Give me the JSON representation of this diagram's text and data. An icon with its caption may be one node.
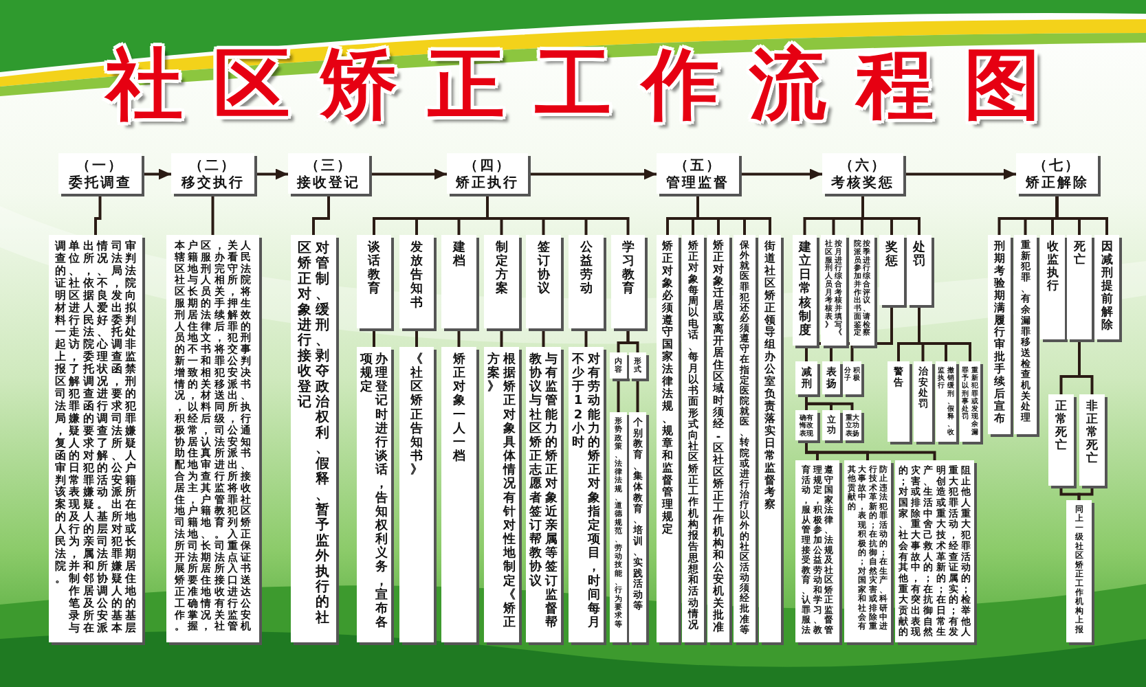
{
  "diagram": {
    "title": "社区矫正工作流程图",
    "nodes": [
      {
        "text": [
          "（一）",
          "委托调查"
        ]
      },
      {
        "text": [
          "审判法院向拟判处非监禁刑的犯罪嫌疑人户籍所在地或长期居住地的基层司法局，发出委托调查函，要求司法所、公安派出所对犯罪嫌疑人的基本情况、不良爱好、心理状况进行调查了解的活动。基层司法所协调公安派出所，依据人民法院委托调查函的要求对犯罪嫌疑人的亲属和邻居及所在单位、社区进行走访，了解犯罪嫌疑人的日常表现及行为，并制作笔录与调查的证明材料一起上报区司法局，复函审判该案的人民法院。"
        ]
      },
      {
        "text": [
          "（二）",
          "移交执行"
        ]
      },
      {
        "text": [
          "人民法院将生效的刑事判决书、执行通知书、接收社区矫正保证书送达公安机关看守所，押解罪犯交公安派出所，公安派出所将罪犯列入重点入口进行监管，办完相关手续后，将罪犯移送同级司法所进行监管教育。司法所接收有关社区服刑人员的法律文书和相关材料后，认真审查其户籍地、长期居住地情况，户籍地与长期居住地不一致的，以经常居住地为主，户籍地司法所要准确掌握本辖区社区服刑人员的新增情况，积极协助配合居住地司法所开展矫正工作。"
        ]
      },
      {
        "text": [
          "（三）",
          "接收登记"
        ]
      },
      {
        "text": [
          "对管制、缓刑、剥夺政治权利、假释、暂予监外执行的社区矫正对象进行接收登记"
        ]
      },
      {
        "text": [
          "（四）",
          "矫正执行"
        ]
      },
      {
        "text": [
          "谈话教育"
        ]
      },
      {
        "text": [
          "发放告知书"
        ]
      },
      {
        "text": [
          "建档"
        ]
      },
      {
        "text": [
          "制定方案"
        ]
      },
      {
        "text": [
          "签订协议"
        ]
      },
      {
        "text": [
          "公益劳动"
        ]
      },
      {
        "text": [
          "学习教育"
        ]
      },
      {
        "text": [
          "办理登记时进行谈话，告知权利义务，宣布各项规定"
        ]
      },
      {
        "text": [
          "《社区矫正告知书》"
        ]
      },
      {
        "text": [
          "矫正对象一人一档"
        ]
      },
      {
        "text": [
          "根据矫正对象具体情况有针对性地制定《矫正方案》"
        ]
      },
      {
        "text": [
          "与有监管能力的矫正对象近亲属等签订监督帮教协议与社区矫正志愿者签订帮教协议"
        ]
      },
      {
        "text": [
          "对有劳动能力的矫正对象指定项目，时间每月不少于12小时"
        ]
      },
      {
        "text": [
          "内容"
        ]
      },
      {
        "text": [
          "形式"
        ]
      },
      {
        "text": [
          "形势政策、法律法规、道德规范、劳动技能、行为要求等"
        ]
      },
      {
        "text": [
          "个别教育、集体教育、培训、实践活动等"
        ]
      },
      {
        "text": [
          "（五）",
          "管理监督"
        ]
      },
      {
        "text": [
          "矫正对象必须遵守国家法律法规、规章和监督管理规定"
        ]
      },
      {
        "text": [
          "矫正对象每周以电话、每月以书面形式向社区矫正工作机构报告思想和活动情况"
        ]
      },
      {
        "text": [
          "矫正对象迁居或离开居住区域时须经-区社区矫正工作机构和公安机关批准"
        ]
      },
      {
        "text": [
          "保外就医罪犯还必须遵守在指定医院就医、转院或进行治疗以外的社区活动须经批准等"
        ]
      },
      {
        "text": [
          "街道社区矫正领导组办公室负责落实日常监督考察"
        ]
      },
      {
        "text": [
          "（六）",
          "考核奖惩"
        ]
      },
      {
        "text": [
          "建立日常核制度"
        ]
      },
      {
        "text": [
          "按月进行综合考核并填写《社区服刑人员月考核表》"
        ]
      },
      {
        "text": [
          "按季进行综合评议、请检察院派员参加并作出书面鉴定"
        ]
      },
      {
        "text": [
          "奖惩"
        ]
      },
      {
        "text": [
          "处罚"
        ]
      },
      {
        "text": [
          "减刑"
        ]
      },
      {
        "text": [
          "表扬"
        ]
      },
      {
        "text": [
          "积极分子"
        ]
      },
      {
        "text": [
          "确有悔改表现"
        ]
      },
      {
        "text": [
          "立功"
        ]
      },
      {
        "text": [
          "重大立功表扬"
        ]
      },
      {
        "text": [
          "警告"
        ]
      },
      {
        "text": [
          "治安处罚"
        ]
      },
      {
        "text": [
          "撤销缓刑、假释、收监执行"
        ]
      },
      {
        "text": [
          "重新犯罪或发现余漏罪予以刑事处罚"
        ]
      },
      {
        "text": [
          "遵守国家法律、法规及社区矫正监督管理规定，积极参加公益劳动和学习、教育活动，服从管理接受教育、认罪服法"
        ]
      },
      {
        "text": [
          "防止违法犯罪活动的；在生产、科研中进行技术革新的；在抗御自然灾害或排除重大事故中，表现积极的；对国家和社会有其他贡献的"
        ]
      },
      {
        "text": [
          "阻止他人重大犯罪活动的；检举他人重大犯罪活动，经查证属实的；有发明创造或重大技术革新的；在日常生产、生活中舍己救人的；在抗御自然灾害或排除重大事故中，有突出表现的；对国家、社会有其他重大贡献的"
        ]
      },
      {
        "text": [
          "（七）",
          "矫正解除"
        ]
      },
      {
        "text": [
          "刑期考验期满履行审批手续后宣布"
        ]
      },
      {
        "text": [
          "重新犯罪、有余漏罪移送检查机关处理"
        ]
      },
      {
        "text": [
          "收监执行"
        ]
      },
      {
        "text": [
          "死亡"
        ]
      },
      {
        "text": [
          "因减刑提前解除"
        ]
      },
      {
        "text": [
          "正常死亡"
        ]
      },
      {
        "text": [
          "非正常死亡"
        ]
      },
      {
        "text": [
          "同上一级社区矫正工作机构上报"
        ]
      }
    ],
    "edges": [
      {
        "from": 0,
        "to": 2,
        "arrow": "to"
      },
      {
        "from": 2,
        "to": 4,
        "arrow": "to"
      },
      {
        "from": 4,
        "to": 6,
        "arrow": "to"
      },
      {
        "from": 6,
        "to": 24,
        "arrow": "to"
      },
      {
        "from": 24,
        "to": 30,
        "arrow": "to"
      },
      {
        "from": 30,
        "to": 49,
        "arrow": "to"
      },
      {
        "from": 0,
        "to": 1,
        "arrow": "none"
      },
      {
        "from": 2,
        "to": 3,
        "arrow": "none"
      },
      {
        "from": 4,
        "to": 5,
        "arrow": "none"
      },
      {
        "from": 6,
        "to": 7,
        "arrow": "none"
      },
      {
        "from": 6,
        "to": 8,
        "arrow": "none"
      },
      {
        "from": 6,
        "to": 9,
        "arrow": "none"
      },
      {
        "from": 6,
        "to": 10,
        "arrow": "none"
      },
      {
        "from": 6,
        "to": 11,
        "arrow": "none"
      },
      {
        "from": 6,
        "to": 12,
        "arrow": "none"
      },
      {
        "from": 6,
        "to": 13,
        "arrow": "none"
      },
      {
        "from": 7,
        "to": 14,
        "arrow": "none"
      },
      {
        "from": 8,
        "to": 15,
        "arrow": "none"
      },
      {
        "from": 9,
        "to": 16,
        "arrow": "none"
      },
      {
        "from": 10,
        "to": 17,
        "arrow": "none"
      },
      {
        "from": 11,
        "to": 18,
        "arrow": "none"
      },
      {
        "from": 12,
        "to": 19,
        "arrow": "none"
      },
      {
        "from": 13,
        "to": 20,
        "arrow": "none"
      },
      {
        "from": 13,
        "to": 21,
        "arrow": "none"
      },
      {
        "from": 20,
        "to": 22,
        "arrow": "none"
      },
      {
        "from": 21,
        "to": 23,
        "arrow": "none"
      },
      {
        "from": 24,
        "to": 25,
        "arrow": "none"
      },
      {
        "from": 24,
        "to": 26,
        "arrow": "none"
      },
      {
        "from": 24,
        "to": 27,
        "arrow": "none"
      },
      {
        "from": 24,
        "to": 28,
        "arrow": "none"
      },
      {
        "from": 24,
        "to": 29,
        "arrow": "none"
      },
      {
        "from": 30,
        "to": 31,
        "arrow": "none"
      },
      {
        "from": 30,
        "to": 32,
        "arrow": "none"
      },
      {
        "from": 30,
        "to": 33,
        "arrow": "none"
      },
      {
        "from": 30,
        "to": 34,
        "arrow": "none"
      },
      {
        "from": 30,
        "to": 35,
        "arrow": "none"
      },
      {
        "from": 34,
        "to": 36,
        "arrow": "none"
      },
      {
        "from": 34,
        "to": 37,
        "arrow": "none"
      },
      {
        "from": 34,
        "to": 38,
        "arrow": "none"
      },
      {
        "from": 36,
        "to": 39,
        "arrow": "none"
      },
      {
        "from": 36,
        "to": 40,
        "arrow": "none"
      },
      {
        "from": 36,
        "to": 41,
        "arrow": "none"
      },
      {
        "from": 35,
        "to": 42,
        "arrow": "none"
      },
      {
        "from": 35,
        "to": 43,
        "arrow": "none"
      },
      {
        "from": 35,
        "to": 44,
        "arrow": "none"
      },
      {
        "from": 35,
        "to": 45,
        "arrow": "none"
      },
      {
        "from": 39,
        "to": 46,
        "arrow": "none"
      },
      {
        "from": 39,
        "to": 47,
        "arrow": "none"
      },
      {
        "from": 39,
        "to": 48,
        "arrow": "none"
      },
      {
        "from": 49,
        "to": 50,
        "arrow": "none"
      },
      {
        "from": 49,
        "to": 51,
        "arrow": "none"
      },
      {
        "from": 49,
        "to": 52,
        "arrow": "none"
      },
      {
        "from": 49,
        "to": 53,
        "arrow": "none"
      },
      {
        "from": 49,
        "to": 54,
        "arrow": "none"
      },
      {
        "from": 53,
        "to": 55,
        "arrow": "none"
      },
      {
        "from": 53,
        "to": 56,
        "arrow": "none"
      },
      {
        "from": 55,
        "to": 57,
        "arrow": "none"
      },
      {
        "from": 56,
        "to": 57,
        "arrow": "none"
      }
    ]
  }
}
